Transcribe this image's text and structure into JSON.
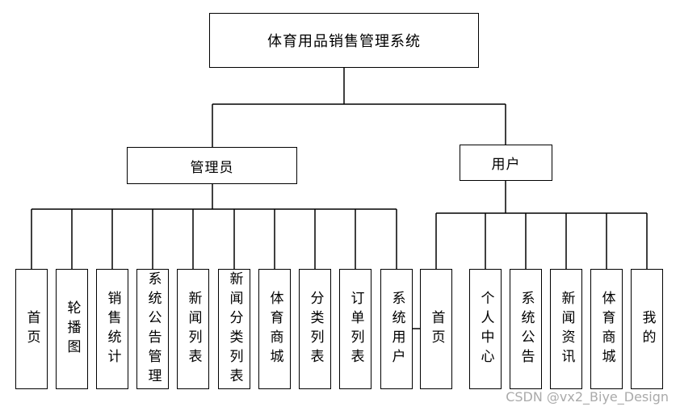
{
  "root": {
    "label": "体育用品销售管理系统"
  },
  "admin": {
    "label": "管理员",
    "children": [
      "首页",
      "轮播图",
      "销售统计",
      "系统公告管理",
      "新闻列表",
      "新闻分类列表",
      "体育商城",
      "分类列表",
      "订单列表",
      "系统用户"
    ]
  },
  "user": {
    "label": "用户",
    "children": [
      "首页",
      "个人中心",
      "系统公告",
      "新闻资讯",
      "体育商城",
      "我的"
    ]
  },
  "watermark": "CSDN @vx2_Biye_Design"
}
